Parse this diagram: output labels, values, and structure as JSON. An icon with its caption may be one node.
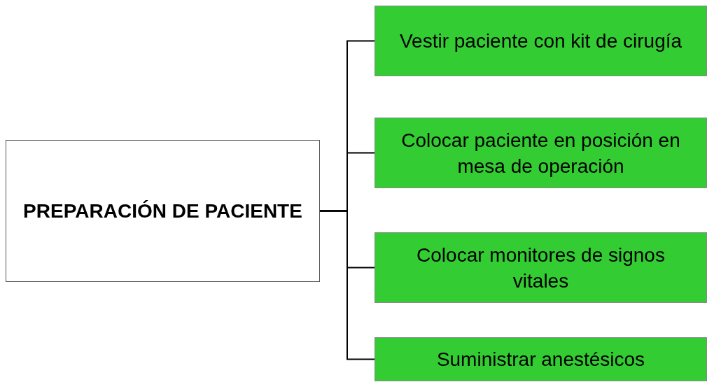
{
  "diagram": {
    "nodes": [
      {
        "text": [
          "PREPARACIÓN DE PACIENTE"
        ]
      },
      {
        "text": [
          "Vestir paciente con kit de cirugía"
        ]
      },
      {
        "text": [
          "Colocar paciente en posición en mesa de operación"
        ]
      },
      {
        "text": [
          "Colocar monitores de signos vitales"
        ]
      },
      {
        "text": [
          "Suministrar anestésicos"
        ]
      }
    ],
    "edges": [
      {
        "from": 0,
        "to": 1,
        "arrow": "none"
      },
      {
        "from": 0,
        "to": 2,
        "arrow": "none"
      },
      {
        "from": 0,
        "to": 3,
        "arrow": "none"
      },
      {
        "from": 0,
        "to": 4,
        "arrow": "none"
      }
    ]
  }
}
